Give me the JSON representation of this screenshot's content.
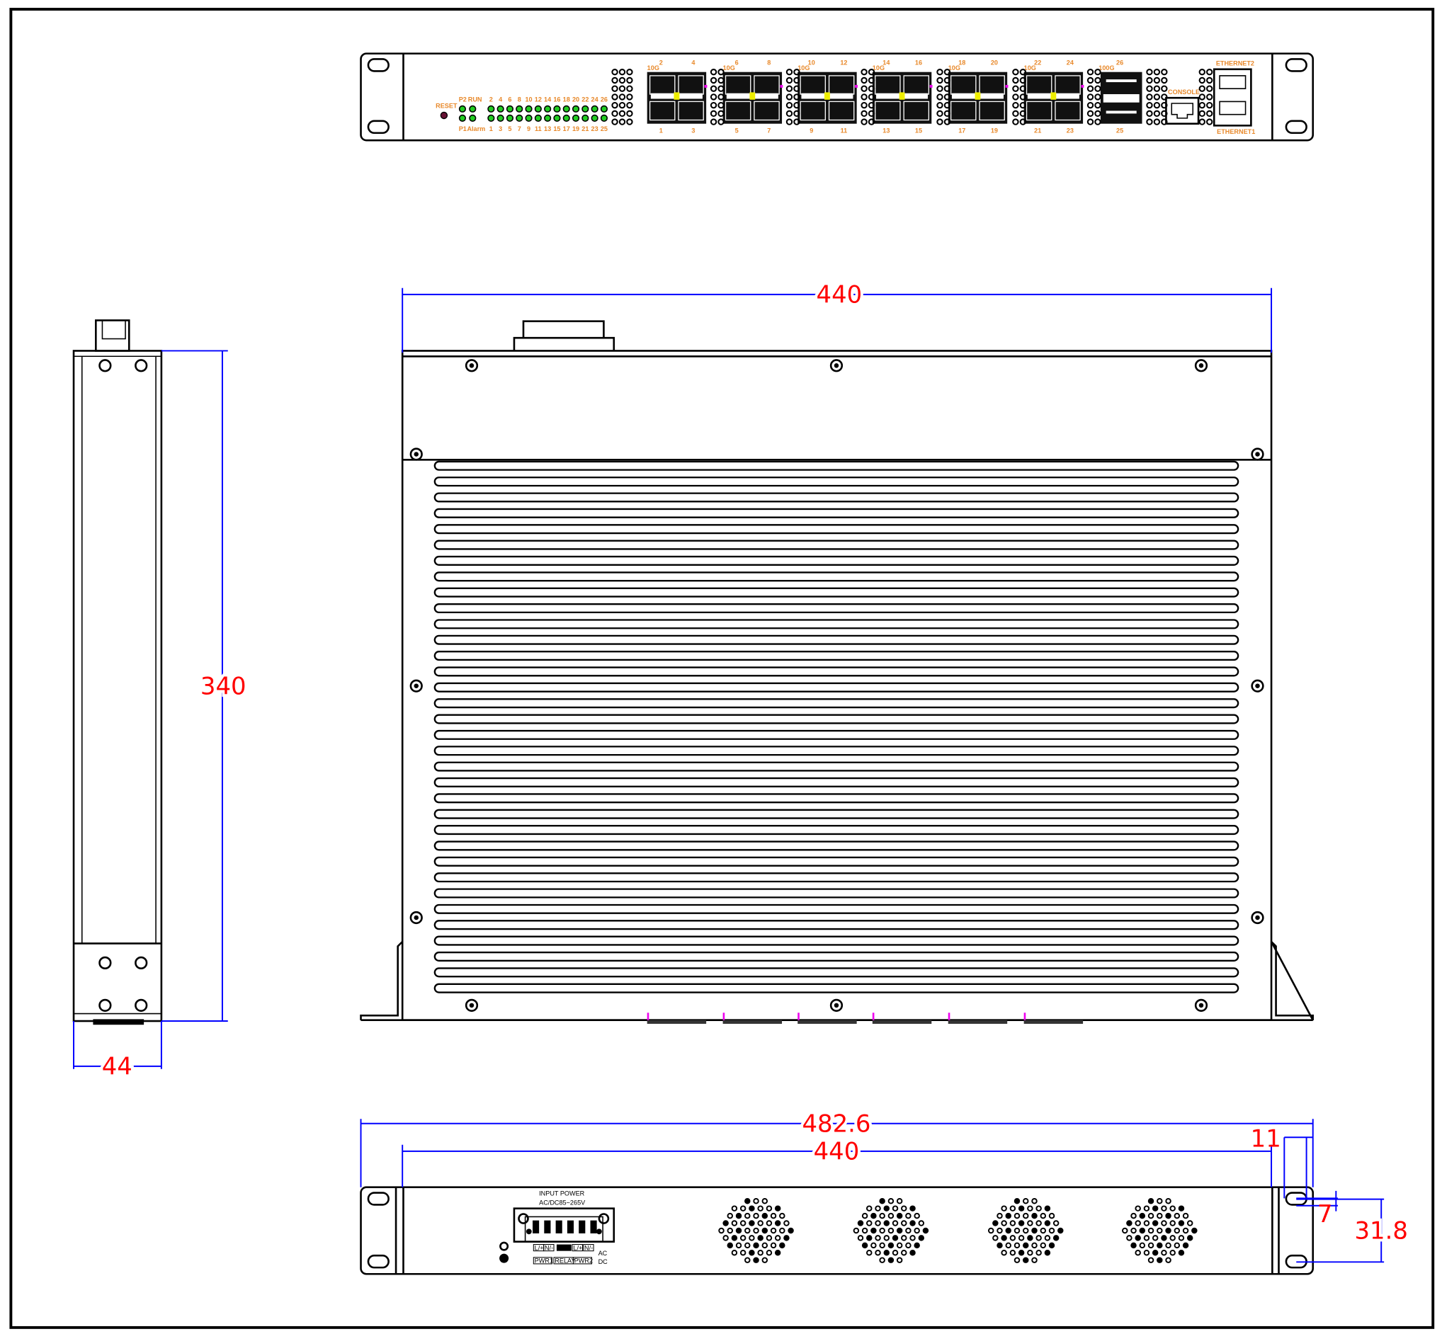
{
  "front_panel": {
    "reset_label": "RESET",
    "p2_label": "P2",
    "run_label": "RUN",
    "p1_label": "P1",
    "alarm_label": "Alarm",
    "led_top_numbers": [
      "2",
      "4",
      "6",
      "8",
      "10",
      "12",
      "14",
      "16",
      "18",
      "20",
      "22",
      "24",
      "26"
    ],
    "led_bottom_numbers": [
      "1",
      "3",
      "5",
      "7",
      "9",
      "11",
      "13",
      "15",
      "17",
      "19",
      "21",
      "23",
      "25"
    ],
    "port_groups": [
      {
        "speed": "10G",
        "top": [
          "2",
          "4"
        ],
        "bottom": [
          "1",
          "3"
        ]
      },
      {
        "speed": "10G",
        "top": [
          "6",
          "8"
        ],
        "bottom": [
          "5",
          "7"
        ]
      },
      {
        "speed": "10G",
        "top": [
          "10",
          "12"
        ],
        "bottom": [
          "9",
          "11"
        ]
      },
      {
        "speed": "10G",
        "top": [
          "14",
          "16"
        ],
        "bottom": [
          "13",
          "15"
        ]
      },
      {
        "speed": "10G",
        "top": [
          "18",
          "20"
        ],
        "bottom": [
          "17",
          "19"
        ]
      },
      {
        "speed": "10G",
        "top": [
          "22",
          "24"
        ],
        "bottom": [
          "21",
          "23"
        ]
      }
    ],
    "qsfp": {
      "speed": "100G",
      "top": "26",
      "bottom": "25"
    },
    "console_label": "CONSOLE",
    "ethernet2_label": "ETHERNET2",
    "ethernet1_label": "ETHERNET1",
    "colors": {
      "label": "#e8892b",
      "led": "#22cc22"
    }
  },
  "dimensions": {
    "top_width": "440",
    "side_depth": "340",
    "side_height": "44",
    "rear_overall_width": "482.6",
    "rear_body_width": "440",
    "ear_offset": "11",
    "hole_offset": "7",
    "hole_spacing": "31.8",
    "colors": {
      "line": "#0000ff",
      "text": "#ff0000"
    }
  },
  "rear_panel": {
    "input_power_label": "INPUT POWER",
    "voltage_label": "AC/DC85~265V",
    "terminal_top": [
      "L/+",
      "N/-",
      "",
      "L/+",
      "N/-"
    ],
    "terminal_bottom": [
      "PWR1",
      "RELAY",
      "PWR2"
    ],
    "ac_label": "AC",
    "dc_label": "DC"
  }
}
